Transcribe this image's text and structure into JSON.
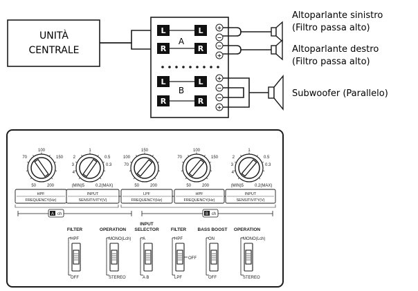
{
  "head_unit": {
    "line1": "UNITÀ",
    "line2": "CENTRALE"
  },
  "terminal_block": {
    "left_label": "L",
    "right_label": "R",
    "group_a": "A",
    "group_b": "B",
    "plus": "+",
    "minus": "−"
  },
  "speakers": {
    "left": {
      "name": "Altoparlante sinistro",
      "filter": "(Filtro passa alto)"
    },
    "right": {
      "name": "Altoparlante destro",
      "filter": "(Filtro passa alto)"
    },
    "sub": {
      "name": "Subwoofer (Parallelo)"
    }
  },
  "panel": {
    "knobs": [
      {
        "id": "a-hpf",
        "top": "100",
        "left_top": "70",
        "right_top": "150",
        "left_bot": "50",
        "right_bot": "200"
      },
      {
        "id": "a-input",
        "top": "1",
        "left_top": "2",
        "right_top": "0.5",
        "left_mid": "3",
        "right_mid": "0.3",
        "left_bot": "(MIN)5",
        "right_bot": "0.2(MAX)",
        "left_sub": "4"
      },
      {
        "id": "a-lpf",
        "top": "150",
        "left_top": "100",
        "left_mid": "70",
        "left_bot": "50",
        "right_bot": "200"
      },
      {
        "id": "b-hpf",
        "top": "100",
        "left_top": "70",
        "right_top": "150",
        "left_bot": "50",
        "right_bot": "200"
      },
      {
        "id": "b-input",
        "top": "1",
        "left_top": "2",
        "right_top": "0.5",
        "left_mid": "3",
        "right_mid": "0.3",
        "left_bot": "(MIN)5",
        "right_bot": "0.2(MAX)",
        "left_sub": "4"
      }
    ],
    "knob_captions": [
      {
        "l1": "HPF",
        "l2": "FREQUENCY(Hz)"
      },
      {
        "l1": "INPUT",
        "l2": "SENSITIVITY(V)"
      },
      {
        "l1": "LPF",
        "l2": "FREQUENCY(Hz)"
      },
      {
        "l1": "HPF",
        "l2": "FREQUENCY(Hz)"
      },
      {
        "l1": "INPUT",
        "l2": "SENSITIVITY(V)"
      }
    ],
    "channels": {
      "a": "A",
      "b": "B",
      "ch": "ch"
    },
    "switches": {
      "filter_a": {
        "title": "FILTER",
        "top": "HPF",
        "bottom": "OFF"
      },
      "operation_a": {
        "title": "OPERATION",
        "top": "MONO(Lch)",
        "bottom": "STEREO"
      },
      "input_sel": {
        "title1": "INPUT",
        "title2": "SELECTOR",
        "top": "A",
        "bottom": "A B"
      },
      "filter_b": {
        "title": "FILTER",
        "top": "HPF",
        "bottom": "LPF",
        "side": "OFF"
      },
      "bass_boost": {
        "title": "BASS BOOST",
        "top": "ON",
        "bottom": "OFF"
      },
      "operation_b": {
        "title": "OPERATION",
        "top": "MONO(Lch)",
        "bottom": "STEREO"
      }
    }
  }
}
